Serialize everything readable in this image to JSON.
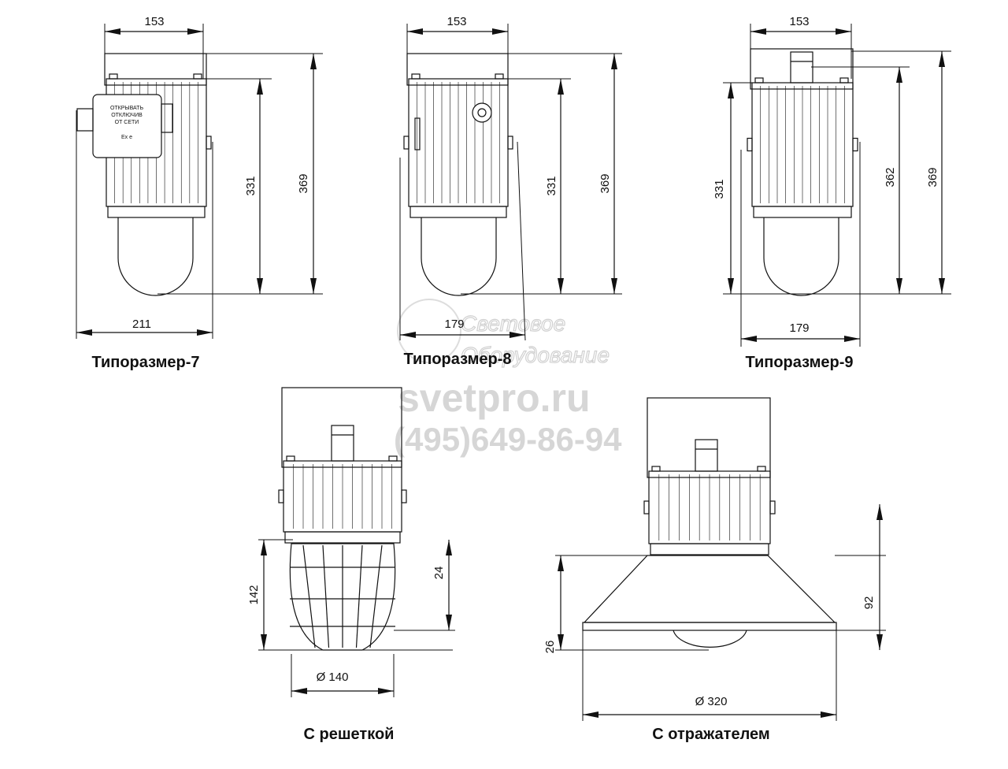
{
  "drawings": [
    {
      "title": "Типоразмер-7",
      "dims": {
        "width_top": "153",
        "height_body": "331",
        "height_total": "369",
        "width_total": "211"
      },
      "junction_box": {
        "line1": "ОТКРЫВАТЬ",
        "line2": "ОТКЛЮЧИВ",
        "line3": "ОТ СЕТИ",
        "marking": "Ex e"
      }
    },
    {
      "title": "Типоразмер-8",
      "dims": {
        "width_top": "153",
        "height_body": "331",
        "height_total": "369",
        "width_total": "179"
      }
    },
    {
      "title": "Типоразмер-9",
      "dims": {
        "width_top": "153",
        "height_body": "331",
        "height_mid": "362",
        "height_total": "369",
        "width_total": "179"
      }
    },
    {
      "title": "С решеткой",
      "dims": {
        "height_grille": "142",
        "offset": "24",
        "diameter": "Ø 140"
      }
    },
    {
      "title": "С отражателем",
      "dims": {
        "height_reflector": "92",
        "offset": "26",
        "diameter": "Ø 320"
      }
    }
  ],
  "watermark": {
    "line1": "Световое",
    "line2": "Оборудование",
    "site": "svetpro.ru",
    "phone": "(495)649-86-94"
  }
}
